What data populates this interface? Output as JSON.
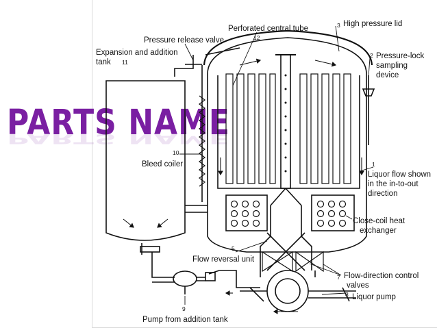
{
  "slide": {
    "title": "PARTS NAME"
  },
  "labels": {
    "perforated_central_tube": "Perforated central tube",
    "perforated_num": "12",
    "high_pressure_lid": "High pressure lid",
    "lid_num": "3",
    "pressure_release_valve": "Pressure release valve",
    "expansion_tank_1": "Expansion and addition",
    "expansion_tank_2": "tank",
    "tank_num": "11",
    "pressure_lock_1": "Pressure-lock",
    "pressure_lock_2": "sampling",
    "pressure_lock_3": "device",
    "pressure_lock_num": "2",
    "bleed_coiler": "Bleed coiler",
    "bleed_num": "10",
    "liquor_flow_1": "Liquor flow shown",
    "liquor_flow_2": "in the in-to-out",
    "liquor_flow_3": "direction",
    "liquor_flow_num": "1",
    "close_coil_1": "Close-coil heat",
    "close_coil_2": "exchanger",
    "flow_reversal": "Flow reversal unit",
    "flow_reversal_num": "5",
    "flow_direction_1": "Flow-direction control",
    "flow_direction_2": "valves",
    "flow_direction_num": "7",
    "liquor_pump": "Liquor pump",
    "liquor_pump_num": "8",
    "pump_addition": "Pump from addition tank",
    "pump_addition_num": "9"
  }
}
